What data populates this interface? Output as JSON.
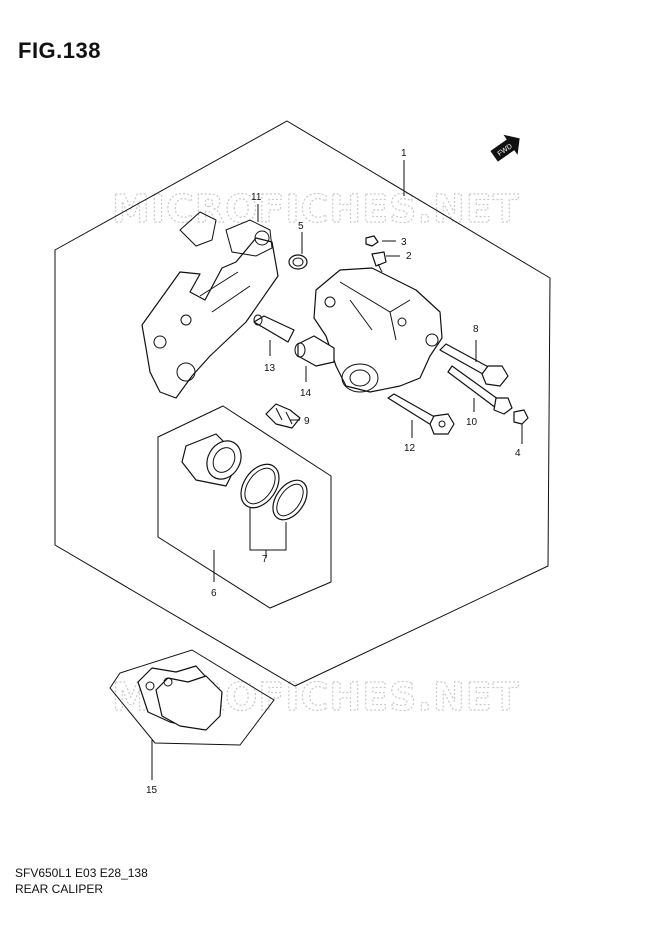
{
  "figure": {
    "title": "FIG.138",
    "code": "SFV650L1 E03 E28_138",
    "name": "REAR CALIPER"
  },
  "watermark": {
    "text": "MICROFICHES.NET"
  },
  "fwd_badge": {
    "text": "FWD"
  },
  "callouts": {
    "p1": "1",
    "p2": "2",
    "p3": "3",
    "p4": "4",
    "p5": "5",
    "p6": "6",
    "p7": "7",
    "p8": "8",
    "p9": "9",
    "p10": "10",
    "p11": "11",
    "p12": "12",
    "p13": "13",
    "p14": "14",
    "p15": "15"
  }
}
